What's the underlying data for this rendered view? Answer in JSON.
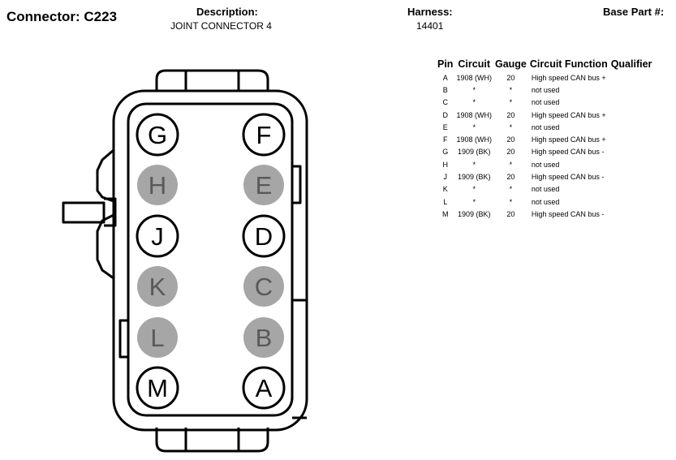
{
  "header": {
    "connector": "Connector: C223",
    "description_label": "Description:",
    "description_value": "JOINT CONNECTOR 4",
    "harness_label": "Harness:",
    "harness_value": "14401",
    "base_part_label": "Base Part #:"
  },
  "table": {
    "columns": [
      "Pin",
      "Circuit",
      "Gauge",
      "Circuit Function",
      "Qualifier"
    ],
    "rows": [
      {
        "pin": "A",
        "circuit": "1908 (WH)",
        "gauge": "20",
        "function": "High speed CAN bus +",
        "qualifier": ""
      },
      {
        "pin": "B",
        "circuit": "*",
        "gauge": "*",
        "function": "not used",
        "qualifier": ""
      },
      {
        "pin": "C",
        "circuit": "*",
        "gauge": "*",
        "function": "not used",
        "qualifier": ""
      },
      {
        "pin": "D",
        "circuit": "1908 (WH)",
        "gauge": "20",
        "function": "High speed CAN bus +",
        "qualifier": ""
      },
      {
        "pin": "E",
        "circuit": "*",
        "gauge": "*",
        "function": "not used",
        "qualifier": ""
      },
      {
        "pin": "F",
        "circuit": "1908 (WH)",
        "gauge": "20",
        "function": "High speed CAN bus +",
        "qualifier": ""
      },
      {
        "pin": "G",
        "circuit": "1909 (BK)",
        "gauge": "20",
        "function": "High speed CAN bus -",
        "qualifier": ""
      },
      {
        "pin": "H",
        "circuit": "*",
        "gauge": "*",
        "function": "not used",
        "qualifier": ""
      },
      {
        "pin": "J",
        "circuit": "1909 (BK)",
        "gauge": "20",
        "function": "High speed CAN bus -",
        "qualifier": ""
      },
      {
        "pin": "K",
        "circuit": "*",
        "gauge": "*",
        "function": "not used",
        "qualifier": ""
      },
      {
        "pin": "L",
        "circuit": "*",
        "gauge": "*",
        "function": "not used",
        "qualifier": ""
      },
      {
        "pin": "M",
        "circuit": "1909 (BK)",
        "gauge": "20",
        "function": "High speed CAN bus -",
        "qualifier": ""
      }
    ]
  },
  "connector": {
    "colors": {
      "used_fill": "#ffffff",
      "unused_fill": "#a6a6a6",
      "used_text": "#000000",
      "unused_text": "#595959"
    },
    "cavities": [
      {
        "label": "G",
        "used": true
      },
      {
        "label": "F",
        "used": true
      },
      {
        "label": "H",
        "used": false
      },
      {
        "label": "E",
        "used": false
      },
      {
        "label": "J",
        "used": true
      },
      {
        "label": "D",
        "used": true
      },
      {
        "label": "K",
        "used": false
      },
      {
        "label": "C",
        "used": false
      },
      {
        "label": "L",
        "used": false
      },
      {
        "label": "B",
        "used": false
      },
      {
        "label": "M",
        "used": true
      },
      {
        "label": "A",
        "used": true
      }
    ]
  }
}
